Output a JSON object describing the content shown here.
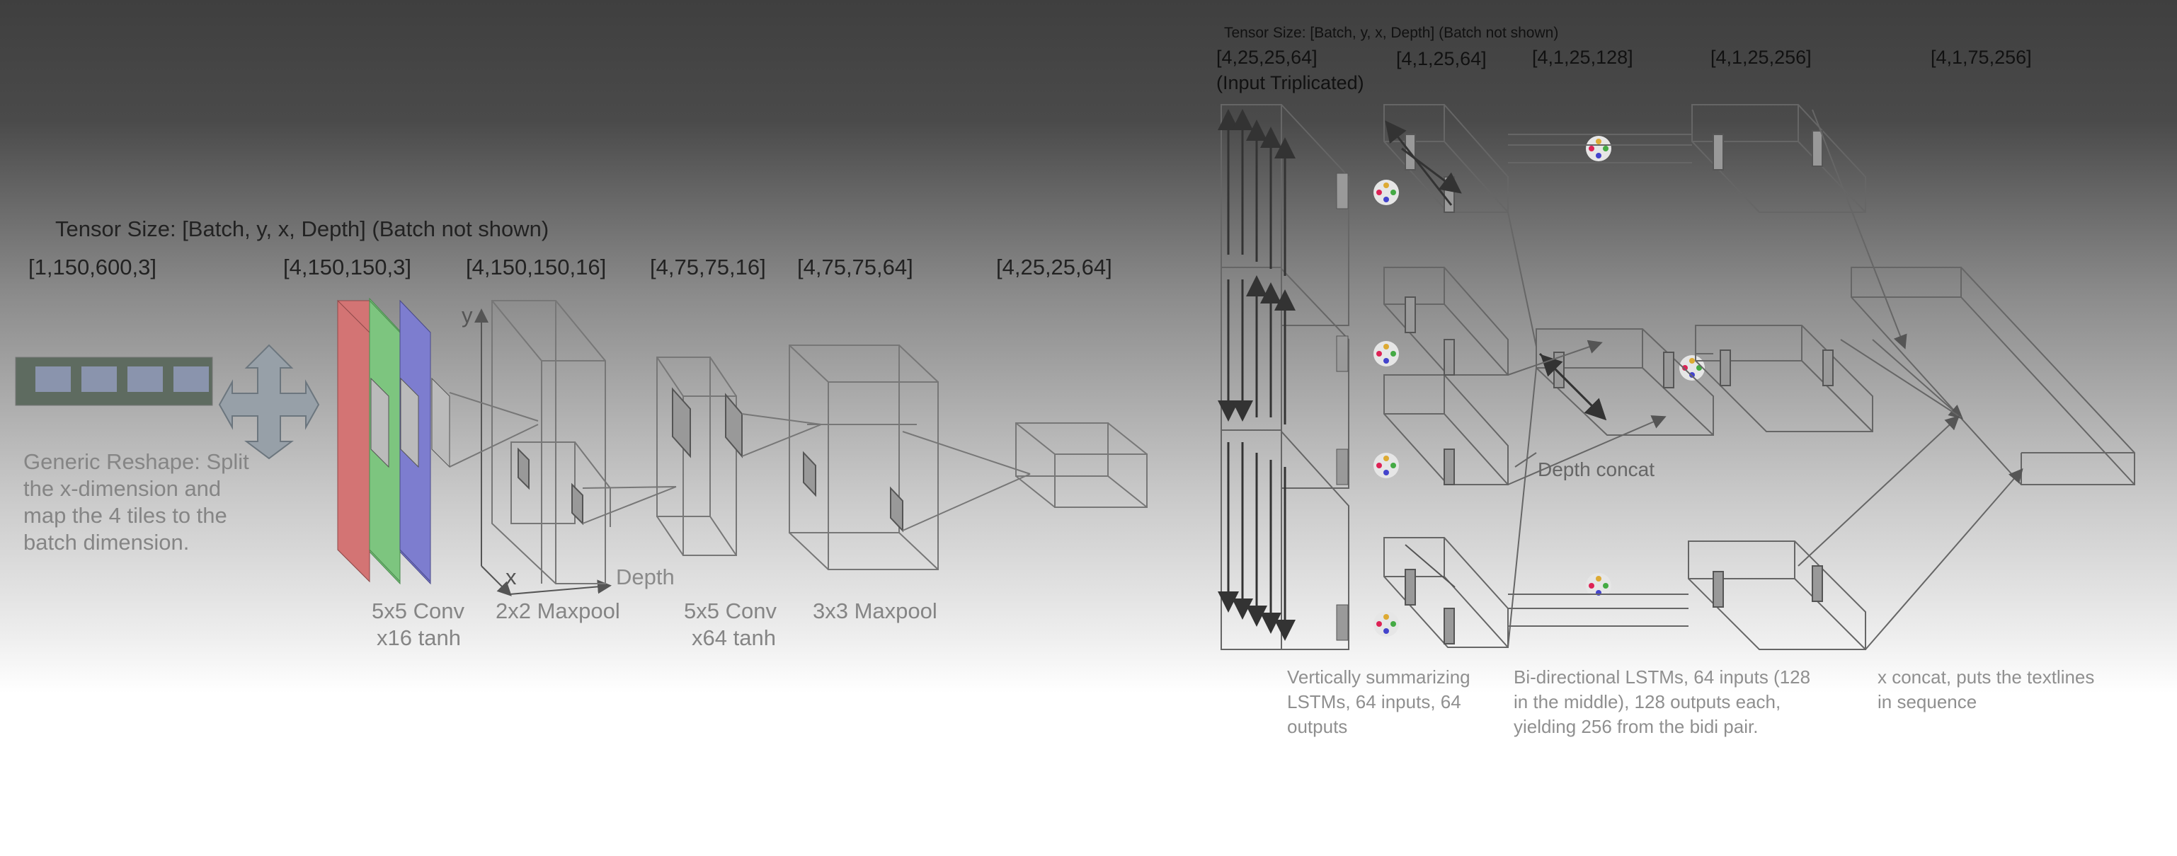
{
  "left": {
    "tensor_header": "Tensor Size: [Batch, y, x, Depth] (Batch not shown)",
    "dims": [
      "[1,150,600,3]",
      "[4,150,150,3]",
      "[4,150,150,16]",
      "[4,75,75,16]",
      "[4,75,75,64]",
      "[4,25,25,64]"
    ],
    "reshape_caption": "Generic Reshape: Split the x-dimension and map the 4 tiles to the batch dimension.",
    "axes": {
      "y": "y",
      "x": "x",
      "depth": "Depth"
    },
    "captions": {
      "conv1_a": "5x5 Conv",
      "conv1_b": "x16 tanh",
      "pool1": "2x2 Maxpool",
      "conv2_a": "5x5 Conv",
      "conv2_b": "x64 tanh",
      "pool2": "3x3 Maxpool"
    }
  },
  "right": {
    "tensor_header": "Tensor Size: [Batch, y, x, Depth] (Batch not shown)",
    "dims": [
      "[4,25,25,64]",
      "[4,1,25,64]",
      "[4,1,25,128]",
      "[4,1,25,256]",
      "[4,1,75,256]"
    ],
    "dims_note": "(Input Triplicated)",
    "depth_concat": "Depth concat",
    "captions": {
      "vertical": "Vertically summarizing LSTMs, 64 inputs, 64 outputs",
      "bidi": "Bi-directional LSTMs, 64 inputs (128 in the middle), 128  outputs each, yielding 256 from the bidi pair.",
      "xconcat": "x concat, puts the textlines in sequence"
    }
  },
  "colors": {
    "red_channel": "#d37474",
    "green_channel": "#7dc57f",
    "blue_channel": "#7d7dcf"
  }
}
